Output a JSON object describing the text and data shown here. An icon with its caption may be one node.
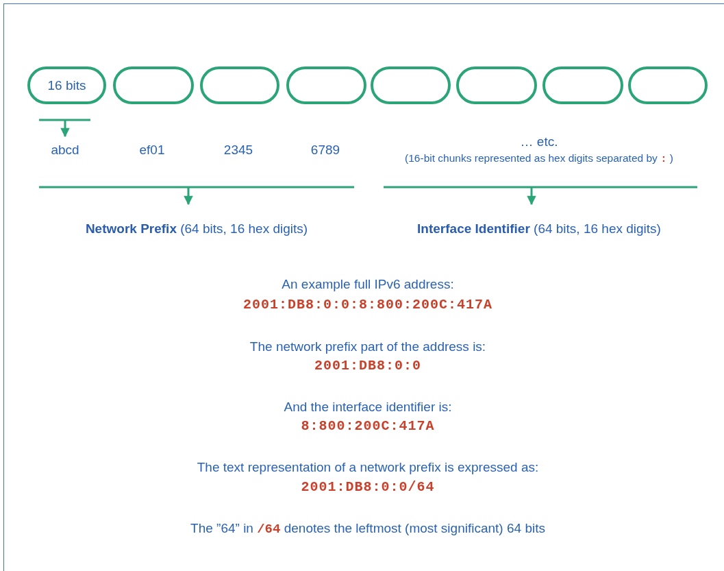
{
  "diagram": {
    "nodes": [
      {
        "text": [
          "16 bits"
        ]
      },
      {
        "text": [],
        "shape": "box"
      },
      {
        "text": [],
        "shape": "box"
      },
      {
        "text": [],
        "shape": "box"
      },
      {
        "text": [],
        "shape": "box"
      },
      {
        "text": [],
        "shape": "box"
      },
      {
        "text": [],
        "shape": "box"
      },
      {
        "text": [],
        "shape": "box"
      },
      {
        "text": [
          "abcd"
        ]
      }
    ],
    "edges": [
      {
        "from": 0,
        "to": 8,
        "arrow": "to"
      }
    ],
    "labels": [
      "ef01",
      "2345",
      "6789",
      "… etc.",
      "(16-bit chunks represented as hex digits separated by **:** )",
      "**Network Prefix** (64 bits, 16 hex digits)",
      "**Interface Identifier** (64 bits, 16 hex digits)",
      "An example full IPv6 address:",
      "2001:DB8:0:0:8:800:200C:417A",
      "The network prefix part of the address is:",
      "2001:DB8:0:0",
      "And the interface identifier is:",
      "8:800:200C:417A",
      "The text representation of a network prefix is expressed as:",
      "2001:DB8:0:0/64",
      "The ”64” in **/64** denotes the leftmost (most significant) 64 bits"
    ]
  }
}
